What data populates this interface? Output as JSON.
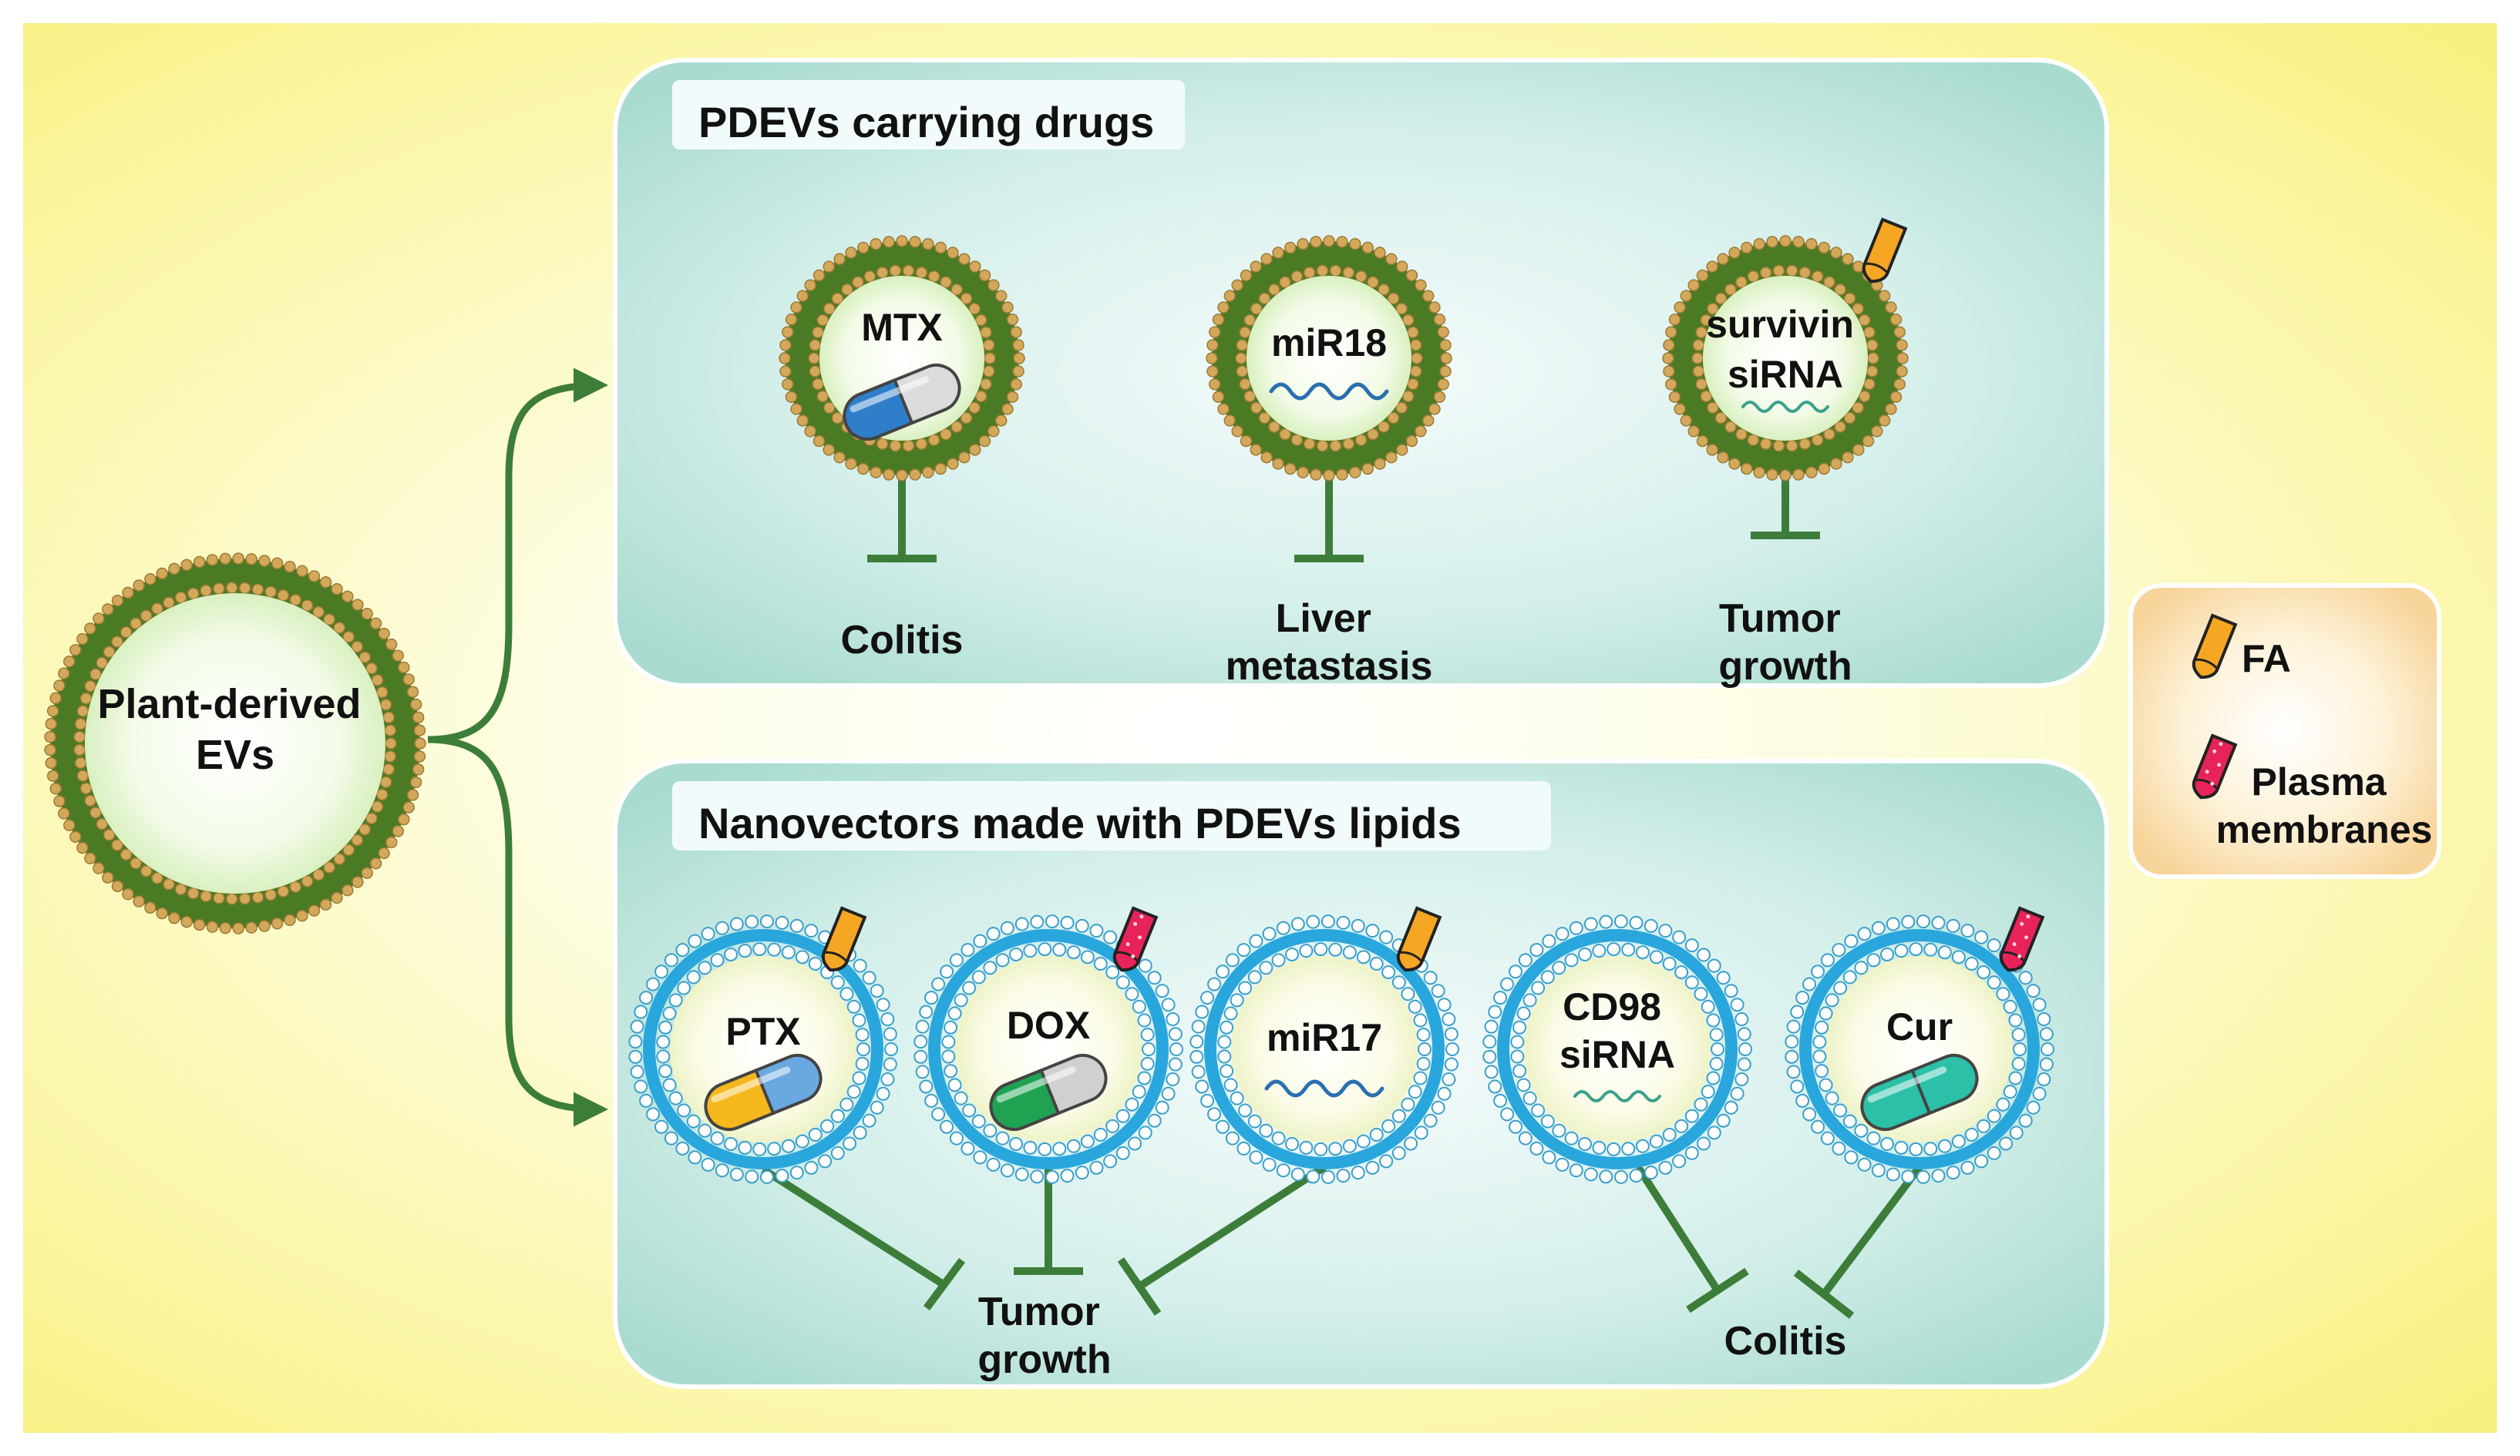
{
  "source": {
    "label_lines": [
      "Plant-derived",
      "EVs"
    ]
  },
  "panels": {
    "drugs": {
      "title": "PDEVs carrying drugs",
      "vesicles": [
        {
          "label_lines": [
            "MTX"
          ],
          "cargo": "capsule",
          "capsule_color": "#2f7ec9",
          "ligand": "none",
          "target_lines": [
            "Colitis"
          ]
        },
        {
          "label_lines": [
            "miR18"
          ],
          "cargo": "rna-wave",
          "ligand": "none",
          "target_lines": [
            "Liver",
            "metastasis"
          ]
        },
        {
          "label_lines": [
            "survivin",
            "siRNA"
          ],
          "cargo": "sirna-wave",
          "ligand": "FA",
          "target_lines": [
            "Tumor",
            "growth"
          ]
        }
      ]
    },
    "nanovectors": {
      "title": "Nanovectors made with PDEVs lipids",
      "vesicles": [
        {
          "label_lines": [
            "PTX"
          ],
          "cargo": "capsule",
          "capsule_color": "#f5b81c",
          "capsule_color2": "#6aa8e0",
          "ligand": "FA"
        },
        {
          "label_lines": [
            "DOX"
          ],
          "cargo": "capsule",
          "capsule_color": "#1fa352",
          "capsule_color2": "#d0d0d0",
          "ligand": "Plasma membranes"
        },
        {
          "label_lines": [
            "miR17"
          ],
          "cargo": "rna-wave",
          "ligand": "FA"
        },
        {
          "label_lines": [
            "CD98",
            "siRNA"
          ],
          "cargo": "sirna-wave",
          "ligand": "none"
        },
        {
          "label_lines": [
            "Cur"
          ],
          "cargo": "capsule",
          "capsule_color": "#2cc0a8",
          "capsule_color2": "#2cc0a8",
          "ligand": "Plasma membranes"
        }
      ],
      "targets": [
        {
          "label_lines": [
            "Tumor",
            "growth"
          ]
        },
        {
          "label_lines": [
            "Colitis"
          ]
        }
      ]
    }
  },
  "legend": {
    "items": [
      {
        "label_lines": [
          "FA"
        ],
        "icon": "fa-ligand-icon",
        "color": "#f5a623"
      },
      {
        "label_lines": [
          "Plasma",
          "membranes"
        ],
        "icon": "plasma-membrane-ligand-icon",
        "color": "#e8235a"
      }
    ]
  },
  "colors": {
    "arrow": "#3d7d3a",
    "pdev_membrane": "#4b7a24",
    "lipid_bead": "#d4a85a",
    "nanovector_membrane": "#29a7dd",
    "panel_fill": "#c8ece6"
  }
}
